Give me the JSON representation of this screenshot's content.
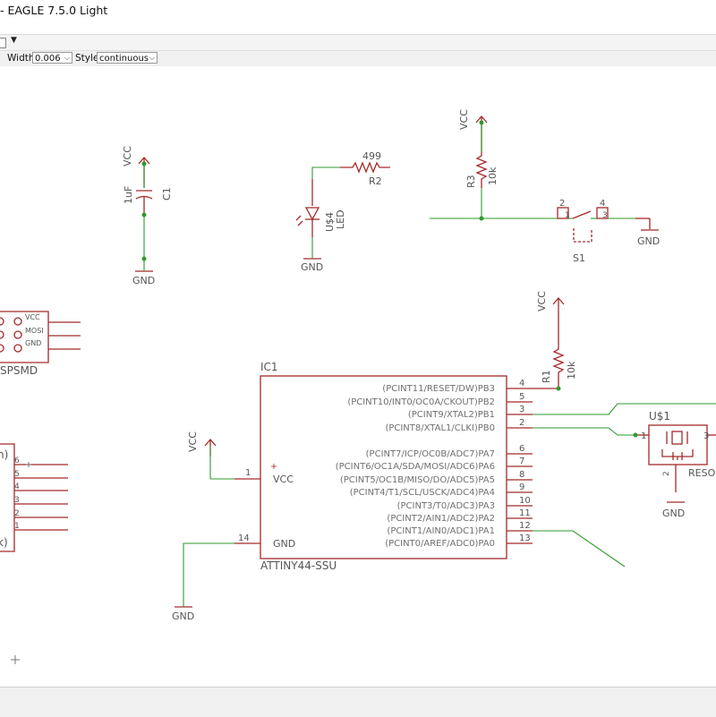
{
  "window": {
    "title": "- EAGLE 7.5.0 Light"
  },
  "toolbar": {
    "width_label": "Width:",
    "width_value": "0.006",
    "style_label": "Style:",
    "style_value": "continuous"
  },
  "schematic": {
    "vcc": "VCC",
    "gnd": "GND",
    "c1": {
      "name": "C1",
      "value": "1uF"
    },
    "r2": {
      "name": "R2",
      "value": "499"
    },
    "led": {
      "name": "U$4",
      "value": "LED"
    },
    "r3": {
      "name": "R3",
      "value": "10k"
    },
    "s1": {
      "name": "S1",
      "pins": [
        "2",
        "4",
        "1",
        "3"
      ]
    },
    "r1": {
      "name": "R1",
      "value": "10k"
    },
    "isp": {
      "name": "SPSMD",
      "pins": [
        "VCC",
        "MOSI",
        "GND"
      ]
    },
    "header": {
      "top": "n)",
      "bottom": "k)",
      "pins": [
        "6",
        "5",
        "4",
        "3",
        "2",
        "1"
      ]
    },
    "ic1": {
      "name": "IC1",
      "value": "ATTINY44-SSU",
      "vcc_pin": "VCC",
      "gnd_pin": "GND",
      "vcc_num": "1",
      "gnd_num": "14",
      "pins_b": [
        {
          "label": "(PCINT11/RESET/DW)PB3",
          "num": "4"
        },
        {
          "label": "(PCINT10/INT0/OC0A/CKOUT)PB2",
          "num": "5"
        },
        {
          "label": "(PCINT9/XTAL2)PB1",
          "num": "3"
        },
        {
          "label": "(PCINT8/XTAL1/CLKI)PB0",
          "num": "2"
        }
      ],
      "pins_a": [
        {
          "label": "(PCINT7/ICP/OC0B/ADC7)PA7",
          "num": "6"
        },
        {
          "label": "(PCINT6/OC1A/SDA/MOSI/ADC6)PA6",
          "num": "7"
        },
        {
          "label": "(PCINT5/OC1B/MISO/DO/ADC5)PA5",
          "num": "8"
        },
        {
          "label": "(PCINT4/T1/SCL/USCK/ADC4)PA4",
          "num": "9"
        },
        {
          "label": "(PCINT3/T0/ADC3)PA3",
          "num": "10"
        },
        {
          "label": "(PCINT2/AIN1/ADC2)PA2",
          "num": "11"
        },
        {
          "label": "(PCINT1/AIN0/ADC1)PA1",
          "num": "12"
        },
        {
          "label": "(PCINT0/AREF/ADC0)PA0",
          "num": "13"
        }
      ]
    },
    "u1": {
      "name": "U$1",
      "value": "RESO",
      "pins": [
        "1",
        "3",
        "2"
      ]
    }
  },
  "colors": {
    "symbol": "#a52a2a",
    "net": "#2e9a2e",
    "text_gray": "#555555",
    "pin_gray": "#707070"
  }
}
